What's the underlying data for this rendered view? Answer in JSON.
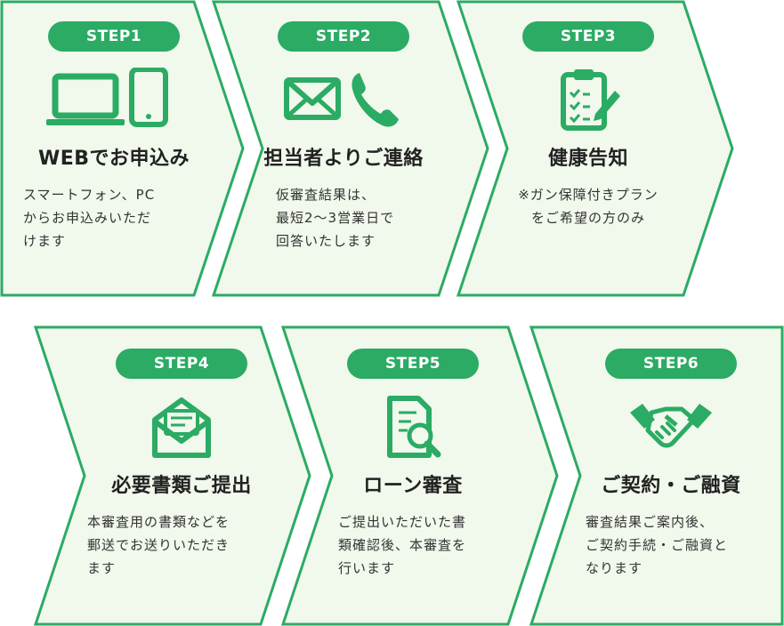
{
  "colors": {
    "green": "#2bab64",
    "panel": "#f1f8ec",
    "border": "#2bab64"
  },
  "steps": [
    {
      "badge": "STEP1",
      "icon": "computer-smartphone-icon",
      "title": "WEBでお申込み",
      "desc": "スマートフォン、PC\nからお申込みいただ\nけます",
      "align": "left"
    },
    {
      "badge": "STEP2",
      "icon": "mail-phone-icon",
      "title": "担当者よりご連絡",
      "desc": "仮審査結果は、\n最短2〜3営業日で\n回答いたします",
      "align": "left"
    },
    {
      "badge": "STEP3",
      "icon": "clipboard-checklist-icon",
      "title": "健康告知",
      "desc": "※ガン保障付きプラン\nをご希望の方のみ",
      "align": "center"
    },
    {
      "badge": "STEP4",
      "icon": "open-envelope-icon",
      "title": "必要書類ご提出",
      "desc": "本審査用の書類などを\n郵送でお送りいただき\nます",
      "align": "left"
    },
    {
      "badge": "STEP5",
      "icon": "document-search-icon",
      "title": "ローン審査",
      "desc": "ご提出いただいた書\n類確認後、本審査を\n行います",
      "align": "left"
    },
    {
      "badge": "STEP6",
      "icon": "handshake-icon",
      "title": "ご契約・ご融資",
      "desc": "審査結果ご案内後、\nご契約手続・ご融資と\nなります",
      "align": "left"
    }
  ]
}
